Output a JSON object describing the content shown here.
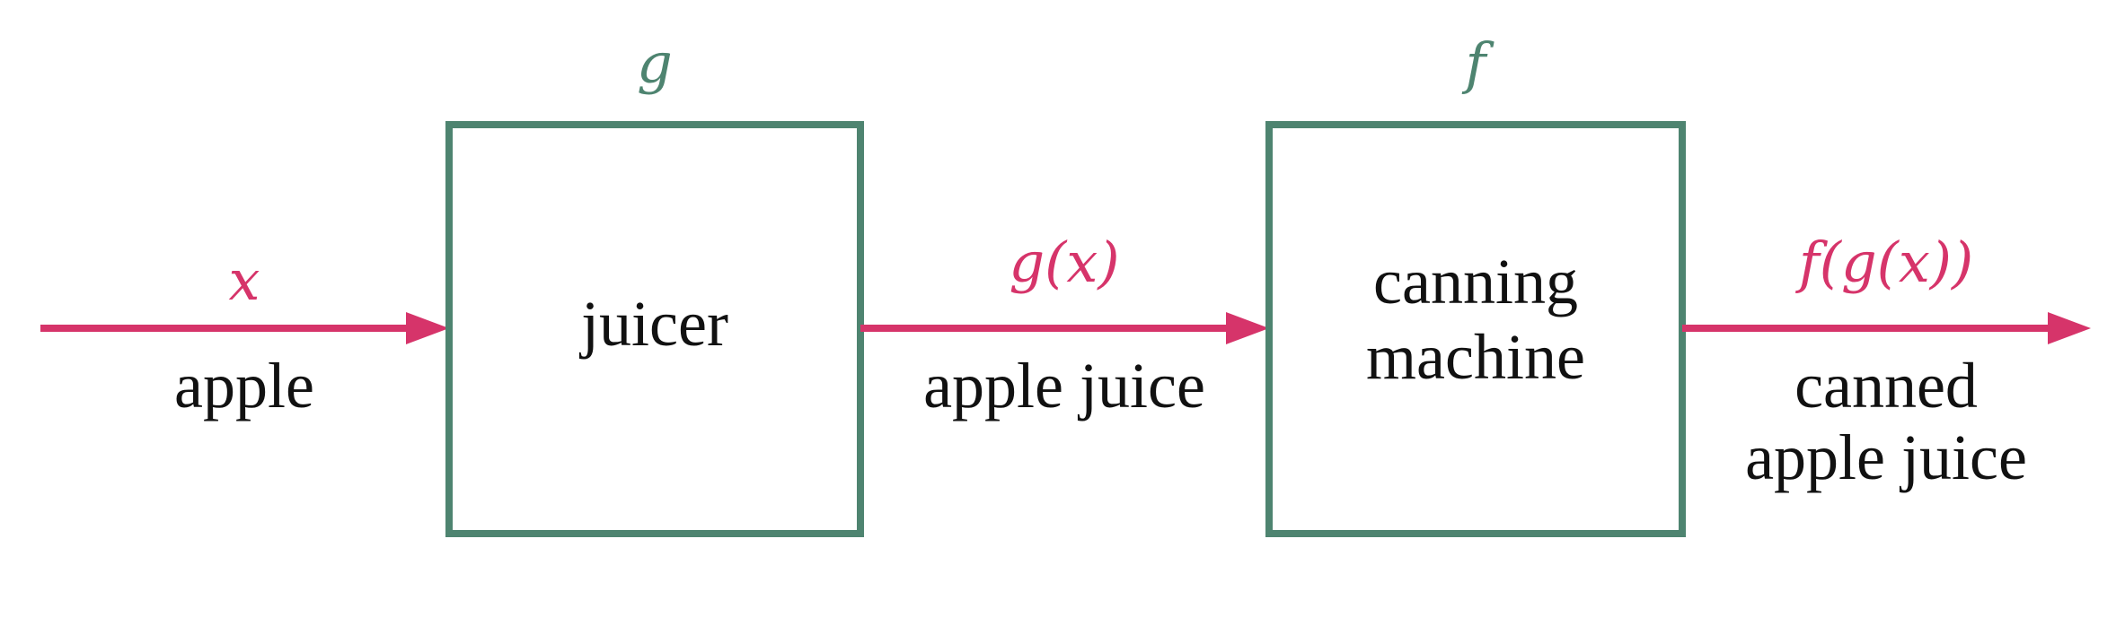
{
  "colors": {
    "box": "#4e8470",
    "arrow": "#d6346a",
    "text": "#111111"
  },
  "functions": {
    "g": "g",
    "f": "f"
  },
  "boxes": {
    "juicer": "juicer",
    "canning_line1": "canning",
    "canning_line2": "machine"
  },
  "signals": {
    "x": "x",
    "gx": "g(x)",
    "fgx": "f(g(x))"
  },
  "items": {
    "apple": "apple",
    "apple_juice": "apple juice",
    "canned_line1": "canned",
    "canned_line2": "apple juice"
  }
}
